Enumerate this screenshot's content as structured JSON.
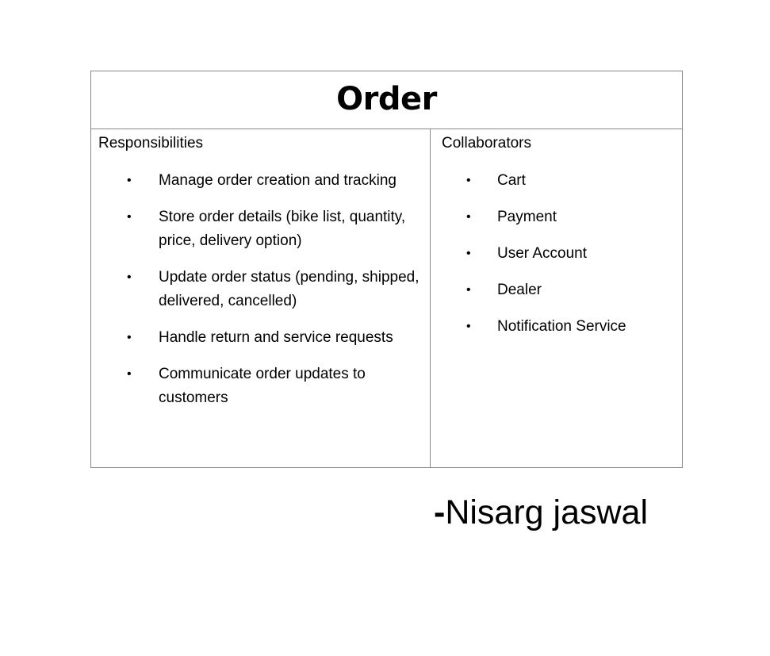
{
  "card": {
    "title": "Order",
    "responsibilities": {
      "heading": "Responsibilities",
      "items": [
        "Manage order creation and tracking",
        "Store order details (bike list, quantity, price, delivery option)",
        "Update order status (pending, shipped, delivered, cancelled)",
        "Handle return and service requests",
        "Communicate order updates to customers"
      ]
    },
    "collaborators": {
      "heading": "Collaborators",
      "items": [
        "Cart",
        "Payment",
        "User Account",
        "Dealer",
        "Notification Service"
      ]
    },
    "bullet_symbol": "•"
  },
  "signature": {
    "dash": "-",
    "name": "Nisarg jaswal"
  }
}
